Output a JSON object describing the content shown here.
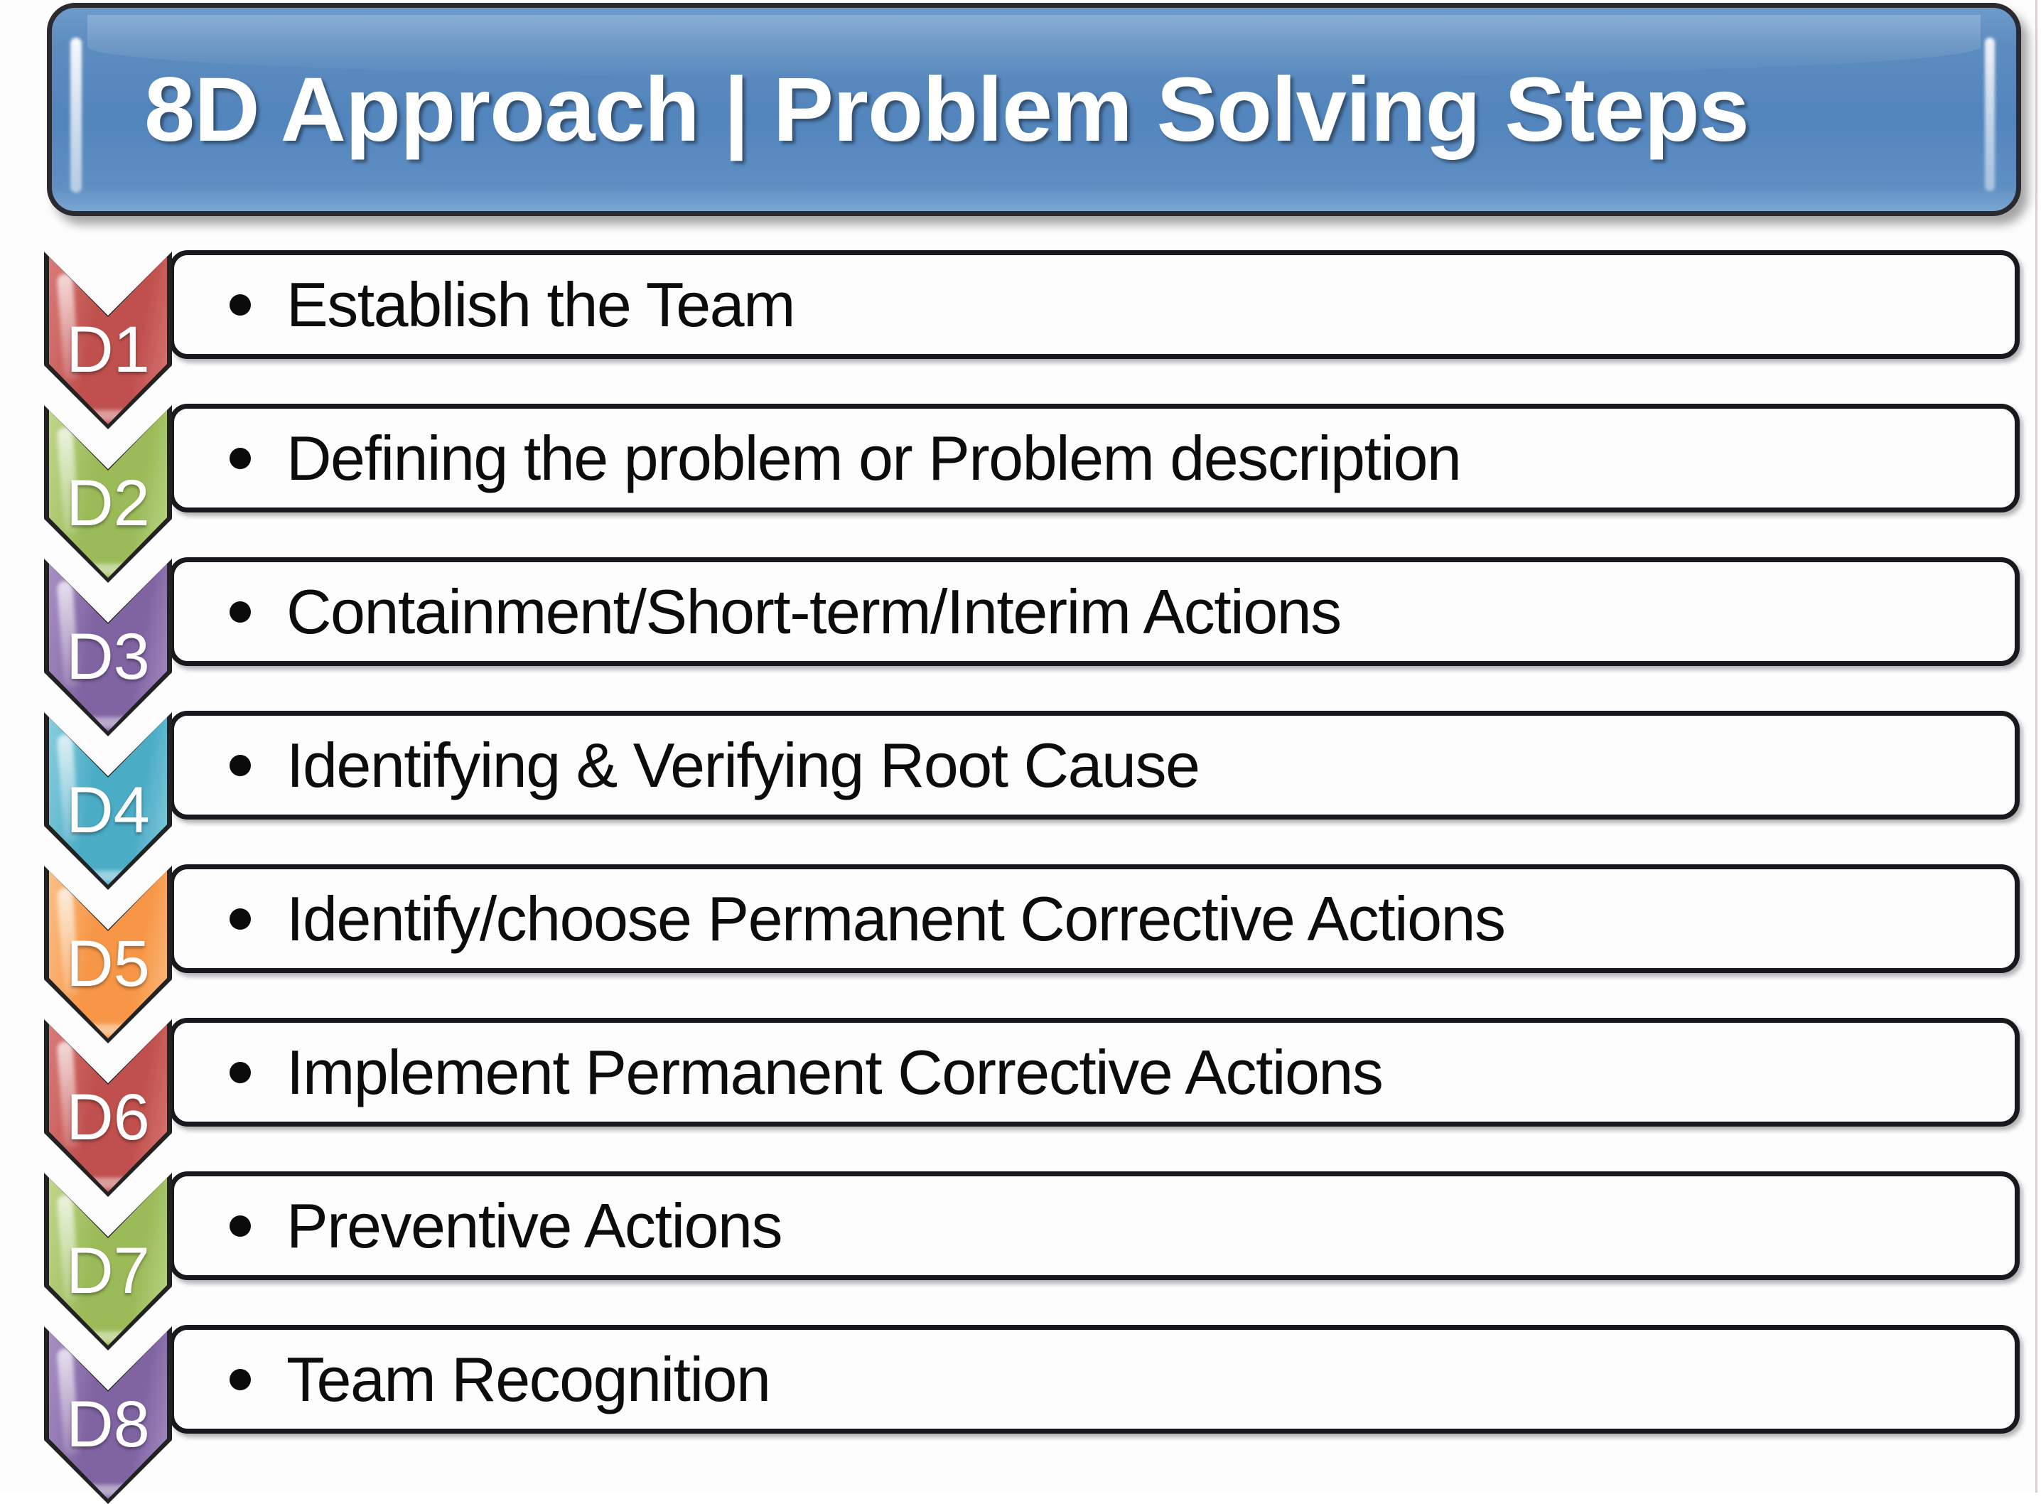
{
  "slide": {
    "background_color": "#fdfdfd",
    "edge_rule_color": "#d9cfd4"
  },
  "title": {
    "text": "8D Approach | Problem Solving Steps",
    "background_color": "#5285bd",
    "text_color": "#ffffff",
    "border_color": "#2a2a30"
  },
  "bullet_glyph": "•",
  "steps": [
    {
      "code": "D1",
      "label": "Establish the Team",
      "color": "#c0504d",
      "color_light": "#d97a77"
    },
    {
      "code": "D2",
      "label": "Defining the problem or Problem description",
      "color": "#9bbb59",
      "color_light": "#bed68a"
    },
    {
      "code": "D3",
      "label": "Containment/Short-term/Interim Actions",
      "color": "#8064a2",
      "color_light": "#a88fc4"
    },
    {
      "code": "D4",
      "label": "Identifying & Verifying Root Cause",
      "color": "#4bacc6",
      "color_light": "#87cddd"
    },
    {
      "code": "D5",
      "label": "Identify/choose Permanent Corrective Actions",
      "color": "#f79646",
      "color_light": "#fbbf85"
    },
    {
      "code": "D6",
      "label": "Implement Permanent Corrective Actions",
      "color": "#c0504d",
      "color_light": "#d97a77"
    },
    {
      "code": "D7",
      "label": "Preventive Actions",
      "color": "#9bbb59",
      "color_light": "#bed68a"
    },
    {
      "code": "D8",
      "label": "Team Recognition",
      "color": "#8064a2",
      "color_light": "#a88fc4"
    }
  ]
}
